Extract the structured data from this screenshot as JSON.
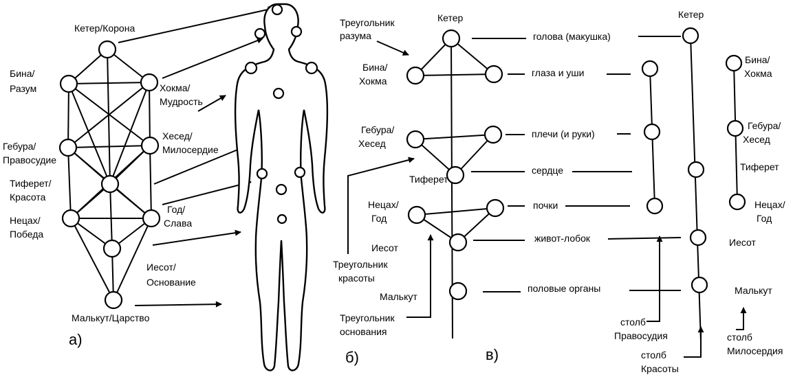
{
  "panel_a": {
    "label": "а)",
    "sephirot": {
      "keter": "Кетер/Корона",
      "bina": [
        "Бина/",
        "Разум"
      ],
      "hokhma": [
        "Хокма/",
        "Мудрость"
      ],
      "gebura": [
        "Гебура/",
        "Правосудие"
      ],
      "hesed": [
        "Хесед/",
        "Милосердие"
      ],
      "tiferet": [
        "Тиферет/",
        "Красота"
      ],
      "netsah": [
        "Нецах/",
        "Победа"
      ],
      "hod": [
        "Год/",
        "Слава"
      ],
      "iesod": [
        "Иесот/",
        "Основание"
      ],
      "malkut": "Малькут/Царство"
    }
  },
  "panel_b": {
    "label": "б)",
    "keter": "Кетер",
    "bina_hokhma": [
      "Бина/",
      "Хокма"
    ],
    "gebura_hesed": [
      "Гебура/",
      "Хесед"
    ],
    "tiferet": "Тиферет",
    "netsah_god": [
      "Нецах/",
      "Год"
    ],
    "iesot": "Иесот",
    "malkut": "Малькут",
    "triangle_reason": [
      "Треугольник",
      "разума"
    ],
    "triangle_beauty": [
      "Треугольник",
      "красоты"
    ],
    "triangle_foundation": [
      "Треугольник",
      "основания"
    ],
    "body_parts": [
      "голова (макушка)",
      "глаза и уши",
      "плечи (и руки)",
      "сердце",
      "почки",
      "живот-лобок",
      "половые органы"
    ]
  },
  "panel_c": {
    "label": "в)",
    "keter": "Кетер",
    "bina_hokhma": [
      "Бина/",
      "Хокма"
    ],
    "gebura_hesed": [
      "Гебура/",
      "Хесед"
    ],
    "tiferet": "Тиферет",
    "netsah_god": [
      "Нецах/",
      "Год"
    ],
    "iesot": "Иесот",
    "malkut": "Малькут",
    "pillar_justice": [
      "столб",
      "Правосудия"
    ],
    "pillar_beauty": [
      "столб",
      "Красоты"
    ],
    "pillar_mercy": [
      "столб",
      "Милосердия"
    ]
  }
}
